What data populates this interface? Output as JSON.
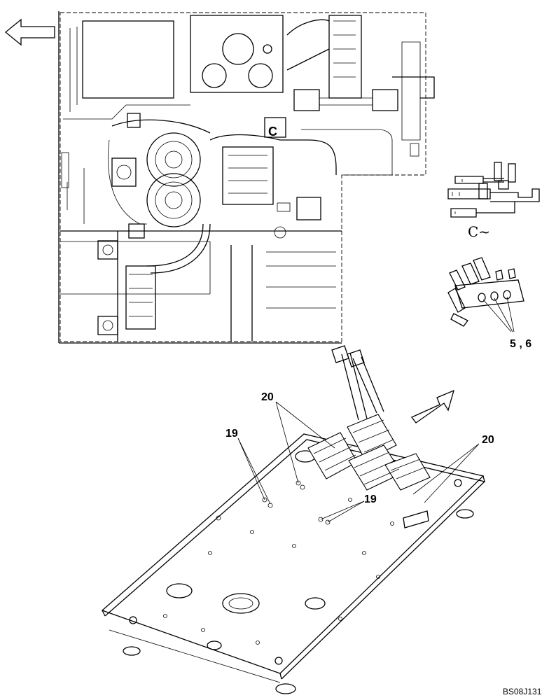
{
  "callouts": {
    "view_letter_main": "C",
    "view_letter_detail": "C~",
    "part_20_upper": "20",
    "part_19_left": "19",
    "part_20_right": "20",
    "part_19_center": "19",
    "part_5_6": "5 , 6"
  },
  "drawing_code": "BS08J131"
}
